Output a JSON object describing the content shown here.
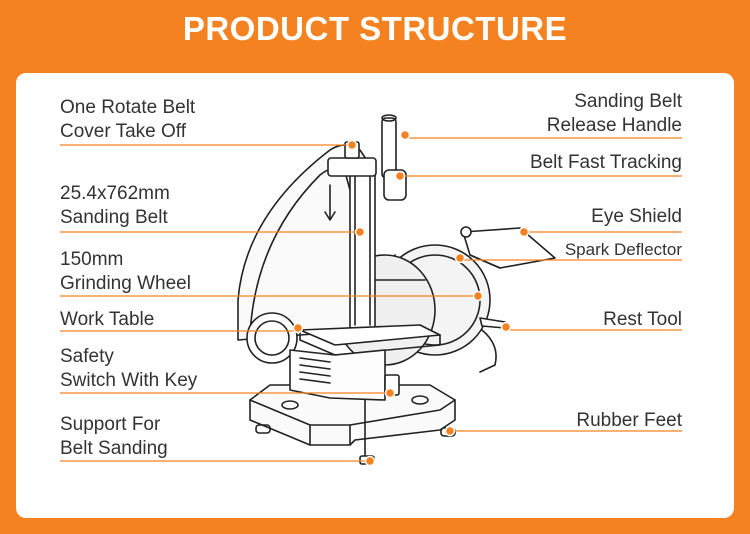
{
  "title": "PRODUCT STRUCTURE",
  "colors": {
    "accent": "#f58220",
    "panel": "#ffffff",
    "text": "#333333",
    "line": "#f58220"
  },
  "labels_left": [
    {
      "id": "belt-cover",
      "lines": [
        "One Rotate Belt",
        "Cover Take Off"
      ]
    },
    {
      "id": "sanding-belt",
      "lines": [
        "25.4x762mm",
        "Sanding Belt"
      ]
    },
    {
      "id": "grinding-wheel",
      "lines": [
        "150mm",
        "Grinding Wheel"
      ]
    },
    {
      "id": "work-table",
      "lines": [
        "Work Table"
      ]
    },
    {
      "id": "safety-switch",
      "lines": [
        "Safety",
        "Switch With Key"
      ]
    },
    {
      "id": "support-belt",
      "lines": [
        "Support For",
        "Belt Sanding"
      ]
    }
  ],
  "labels_right": [
    {
      "id": "release-handle",
      "lines": [
        "Sanding Belt",
        "Release Handle"
      ]
    },
    {
      "id": "belt-tracking",
      "lines": [
        "Belt Fast Tracking"
      ]
    },
    {
      "id": "eye-shield",
      "lines": [
        "Eye Shield"
      ]
    },
    {
      "id": "spark-deflector",
      "lines": [
        "Spark Deflector"
      ]
    },
    {
      "id": "rest-tool",
      "lines": [
        "Rest Tool"
      ]
    },
    {
      "id": "rubber-feet",
      "lines": [
        "Rubber Feet"
      ]
    }
  ]
}
